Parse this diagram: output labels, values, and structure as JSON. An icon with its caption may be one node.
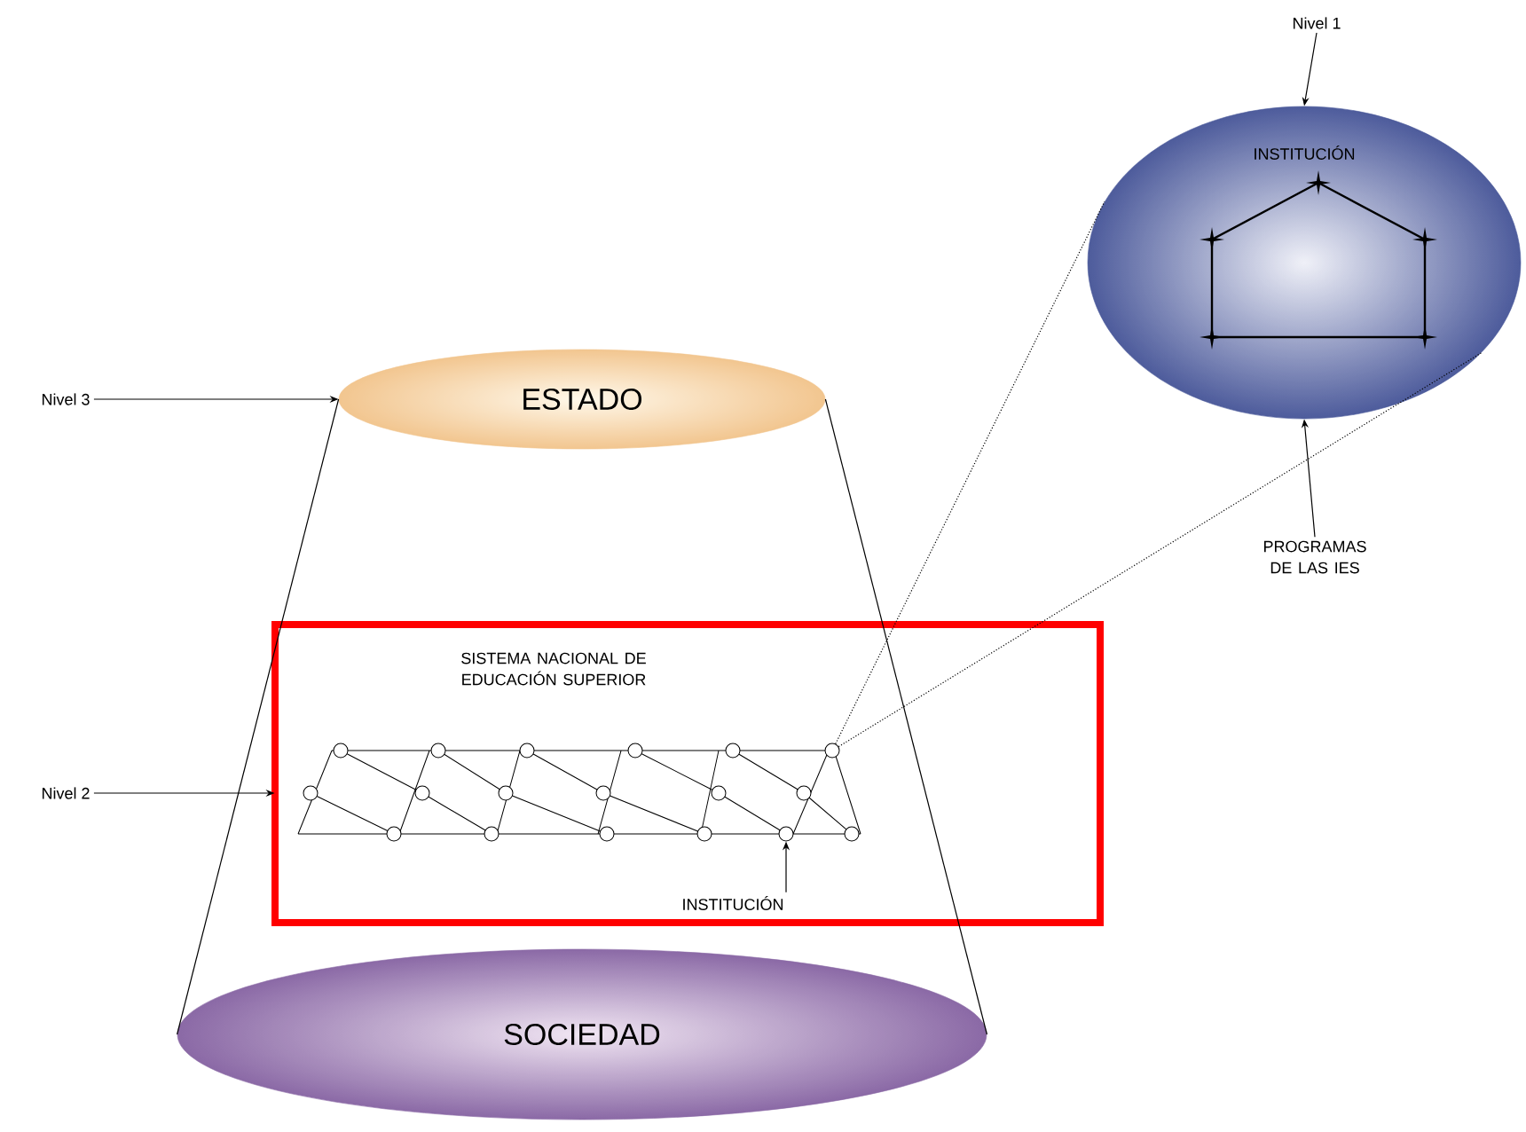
{
  "diagram": {
    "nodes": [
      {
        "text": [
          "Nivel 1"
        ]
      },
      {
        "text": [
          "INSTITUCIÓN"
        ]
      },
      {
        "text": [
          "Nivel 3"
        ]
      },
      {
        "text": [
          "ESTADO"
        ]
      },
      {
        "text": [
          "PROGRAMAS DE LAS IES"
        ]
      },
      {
        "text": [
          "SISTEMA NACIONAL DE EDUCACIÓN SUPERIOR"
        ]
      },
      {
        "text": [
          "Nivel 2"
        ]
      },
      {
        "text": [],
        "shape": "circle",
        "in": 5
      },
      {
        "text": [],
        "shape": "circle",
        "in": 5
      },
      {
        "text": [
          "INSTITUCIÓN"
        ],
        "in": 5
      },
      {
        "text": [
          "SOCIEDAD"
        ]
      }
    ],
    "edges": [
      {
        "from": 0,
        "to": 1,
        "arrow": "to"
      },
      {
        "from": 2,
        "to": 3,
        "arrow": "to"
      },
      {
        "from": 4,
        "to": 1,
        "arrow": "to"
      },
      {
        "from": 6,
        "to": 5,
        "arrow": "to"
      },
      {
        "from": 9,
        "to": 8,
        "arrow": "to"
      },
      {
        "from": 7,
        "to": 1,
        "arrow": "none",
        "style": "dashed"
      },
      {
        "from": 7,
        "to": 1,
        "arrow": "none",
        "style": "dashed"
      },
      {
        "from": 3,
        "to": 10,
        "arrow": "none"
      },
      {
        "from": 3,
        "to": 10,
        "arrow": "none"
      }
    ]
  }
}
